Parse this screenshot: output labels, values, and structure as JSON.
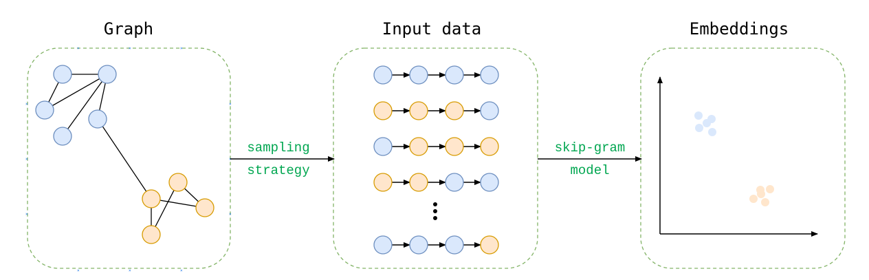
{
  "panels": {
    "graph": {
      "title": "Graph"
    },
    "input": {
      "title": "Input data"
    },
    "embeddings": {
      "title": "Embeddings"
    }
  },
  "arrows": {
    "first": {
      "line1": "sampling",
      "line2": "strategy"
    },
    "second": {
      "line1": "skip-gram",
      "line2": "model"
    }
  },
  "colors": {
    "blue_fill": "#dae8fc",
    "blue_stroke": "#6c8ebf",
    "orange_fill": "#ffe6cc",
    "orange_stroke": "#d79b00",
    "panel_border": "#82b366",
    "label_text": "#00a650"
  },
  "graph": {
    "nodes": [
      {
        "id": "a",
        "group": "blue"
      },
      {
        "id": "b",
        "group": "blue"
      },
      {
        "id": "c",
        "group": "blue"
      },
      {
        "id": "d",
        "group": "blue"
      },
      {
        "id": "e",
        "group": "blue"
      },
      {
        "id": "f",
        "group": "orange"
      },
      {
        "id": "g",
        "group": "orange"
      },
      {
        "id": "h",
        "group": "orange"
      },
      {
        "id": "i",
        "group": "orange"
      }
    ],
    "edges": [
      [
        "a",
        "b"
      ],
      [
        "a",
        "c"
      ],
      [
        "b",
        "c"
      ],
      [
        "b",
        "d"
      ],
      [
        "b",
        "e"
      ],
      [
        "e",
        "g"
      ],
      [
        "g",
        "h"
      ],
      [
        "g",
        "i"
      ],
      [
        "f",
        "h"
      ],
      [
        "f",
        "i"
      ]
    ]
  },
  "sequences": [
    [
      "blue",
      "blue",
      "blue",
      "blue"
    ],
    [
      "orange",
      "orange",
      "orange",
      "blue"
    ],
    [
      "blue",
      "orange",
      "orange",
      "orange"
    ],
    [
      "orange",
      "orange",
      "blue",
      "blue"
    ],
    [
      "blue",
      "blue",
      "blue",
      "orange"
    ]
  ],
  "embedding_points": {
    "blue": 5,
    "orange": 5
  }
}
